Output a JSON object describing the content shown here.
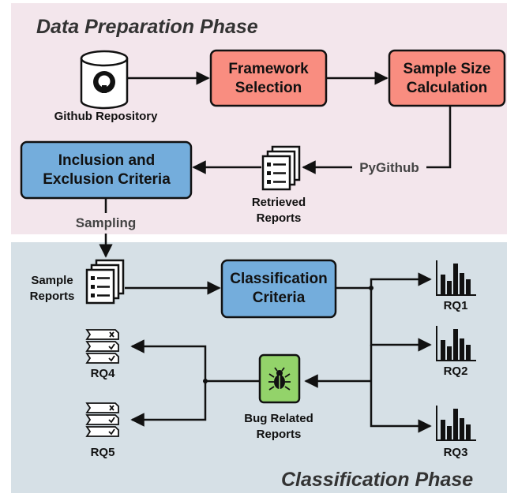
{
  "phases": {
    "data_preparation": "Data Preparation Phase",
    "classification": "Classification Phase"
  },
  "nodes": {
    "github_repository": "Github Repository",
    "framework_selection": [
      "Framework",
      "Selection"
    ],
    "sample_size_calculation": [
      "Sample Size",
      "Calculation"
    ],
    "inclusion_exclusion": [
      "Inclusion and",
      "Exclusion Criteria"
    ],
    "retrieved_reports": [
      "Retrieved",
      "Reports"
    ],
    "sample_reports": [
      "Sample",
      "Reports"
    ],
    "classification_criteria": [
      "Classification",
      "Criteria"
    ],
    "bug_related_reports": [
      "Bug Related",
      "Reports"
    ]
  },
  "edge_labels": {
    "pygithub": "PyGithub",
    "sampling": "Sampling"
  },
  "research_questions": {
    "rq1": "RQ1",
    "rq2": "RQ2",
    "rq3": "RQ3",
    "rq4": "RQ4",
    "rq5": "RQ5"
  },
  "colors": {
    "data_phase_bg": "#f3e6ec",
    "class_phase_bg": "#d6e0e6",
    "salmon_box": "#f98d80",
    "blue_box": "#74addc",
    "green_box": "#93d36a"
  },
  "icons": {
    "github": "github-cylinder-icon",
    "documents": "document-stack-icon",
    "bug": "bug-icon",
    "histogram": "bar-chart-icon",
    "checklist": "checklist-icon"
  }
}
